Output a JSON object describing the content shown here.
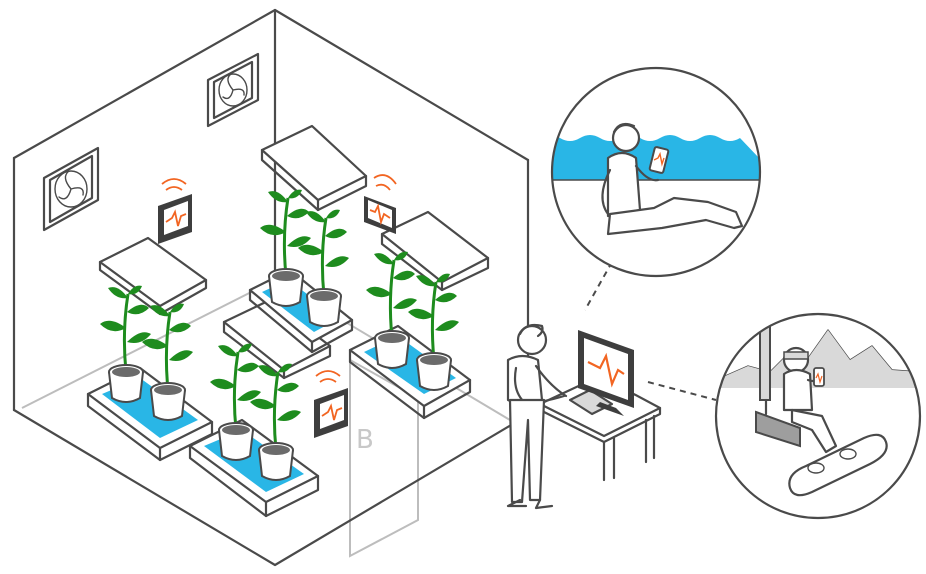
{
  "colors": {
    "outline": "#4a4a4a",
    "ghost_wall": "#bdbdbd",
    "water": "#29b6e6",
    "leaf": "#1e8c1e",
    "signal": "#f26522",
    "device_body": "#3e3e3e",
    "background": "#ffffff"
  },
  "icons": {
    "fan": "exhaust-fan-icon",
    "sensor": "wireless-sensor-icon",
    "signal": "wifi-signal-icon",
    "lamp": "grow-lamp-icon",
    "plant": "potted-plant-icon",
    "monitor": "monitor-icon",
    "phone": "smartphone-icon"
  },
  "scene": {
    "grow_room": {
      "fans": 2,
      "sensors": 3,
      "lamps": 4,
      "trays": 4,
      "plants": 8
    },
    "door_marking": "B",
    "vignettes": [
      "beach-user-with-phone",
      "chairlift-snowboarder-with-phone"
    ]
  }
}
